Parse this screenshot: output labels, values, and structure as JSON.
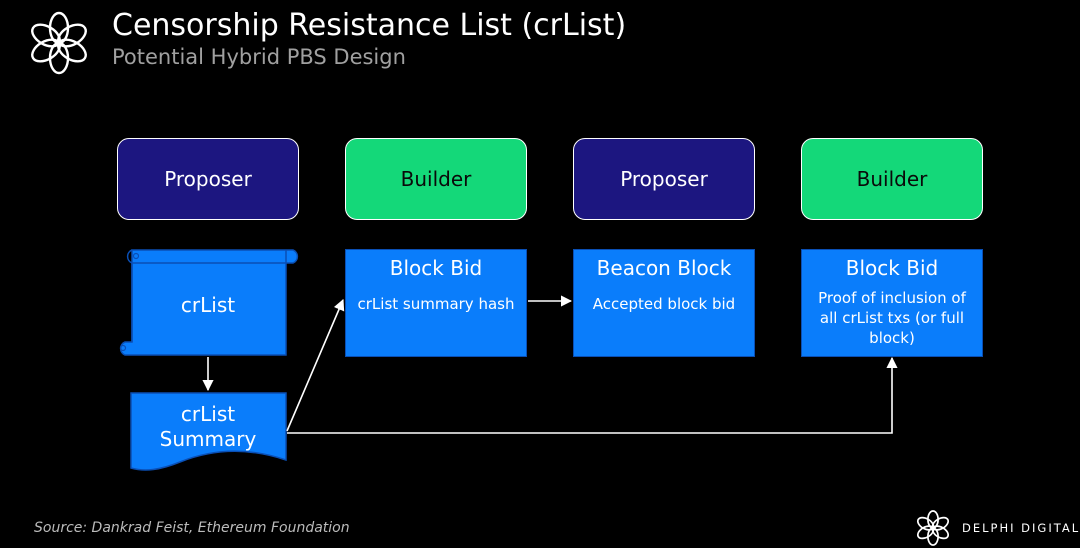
{
  "header": {
    "title": "Censorship Resistance List (crList)",
    "subtitle": "Potential Hybrid PBS Design"
  },
  "roles": [
    {
      "label": "Proposer",
      "kind": "proposer"
    },
    {
      "label": "Builder",
      "kind": "builder"
    },
    {
      "label": "Proposer",
      "kind": "proposer"
    },
    {
      "label": "Builder",
      "kind": "builder"
    }
  ],
  "crlist": {
    "label": "crList"
  },
  "crlist_summary": {
    "line1": "crList",
    "line2": "Summary"
  },
  "blocks": [
    {
      "head": "Block Bid",
      "body": "crList summary hash"
    },
    {
      "head": "Beacon Block",
      "body": "Accepted block bid"
    },
    {
      "head": "Block Bid",
      "body": "Proof of inclusion of all crList txs (or full block)"
    }
  ],
  "footer": {
    "source": "Source: Dankrad Feist, Ethereum Foundation",
    "brand": "DELPHI DIGITAL"
  },
  "colors": {
    "proposer": "#1c1680",
    "builder": "#14d879",
    "block": "#0a7dfb",
    "background": "#000000"
  }
}
